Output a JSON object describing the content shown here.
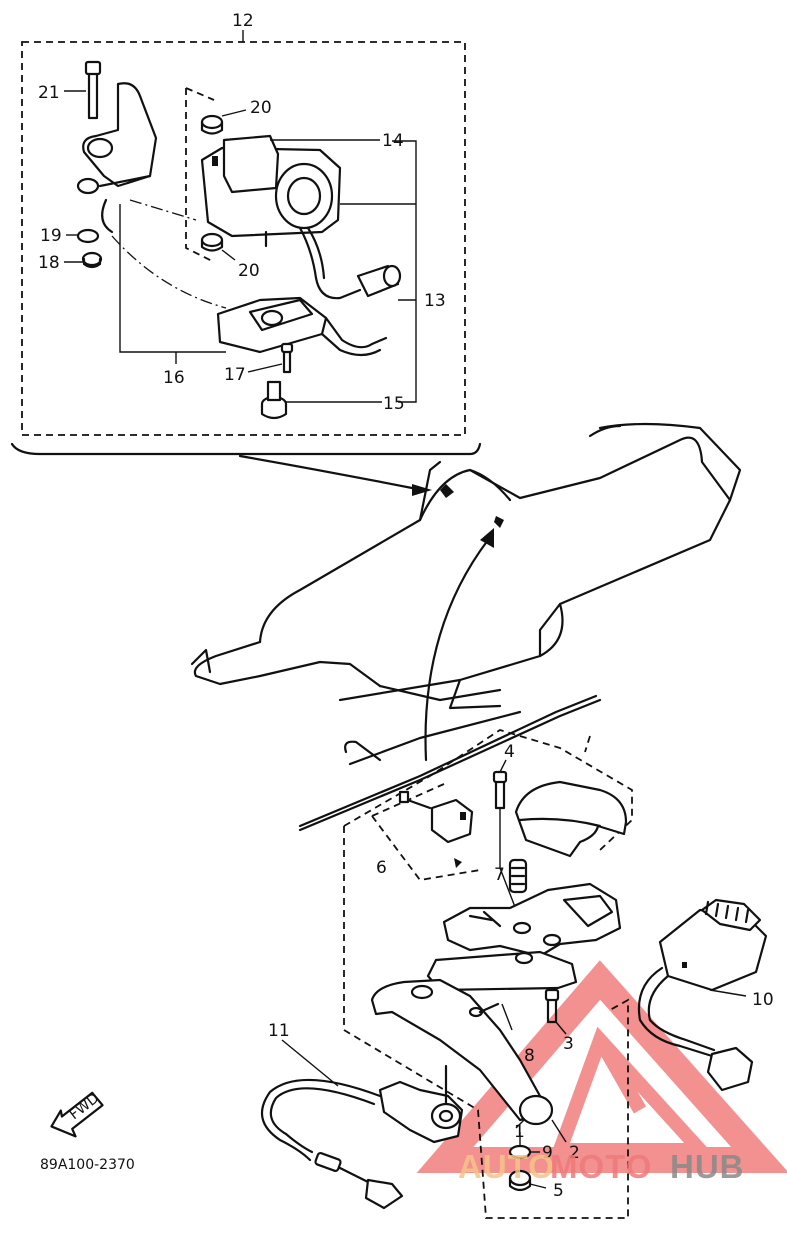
{
  "callouts": {
    "c1": "1",
    "c2": "2",
    "c3": "3",
    "c4": "4",
    "c5": "5",
    "c6": "6",
    "c7": "7",
    "c8": "8",
    "c9": "9",
    "c10": "10",
    "c11": "11",
    "c12": "12",
    "c13": "13",
    "c14": "14",
    "c15": "15",
    "c16": "16",
    "c17": "17",
    "c18": "18",
    "c19": "19",
    "c20a": "20",
    "c20b": "20",
    "c21": "21"
  },
  "direction_badge": "FWD",
  "drawing_code": "89A100-2370",
  "watermark": {
    "part1": "AUTO",
    "part2": "MOTO",
    "part3": "HUB",
    "colors": {
      "auto": "#f6c48a",
      "moto": "#ef7a7a",
      "hub": "#8a8a8a",
      "triangle": "#ef6b6b"
    }
  }
}
